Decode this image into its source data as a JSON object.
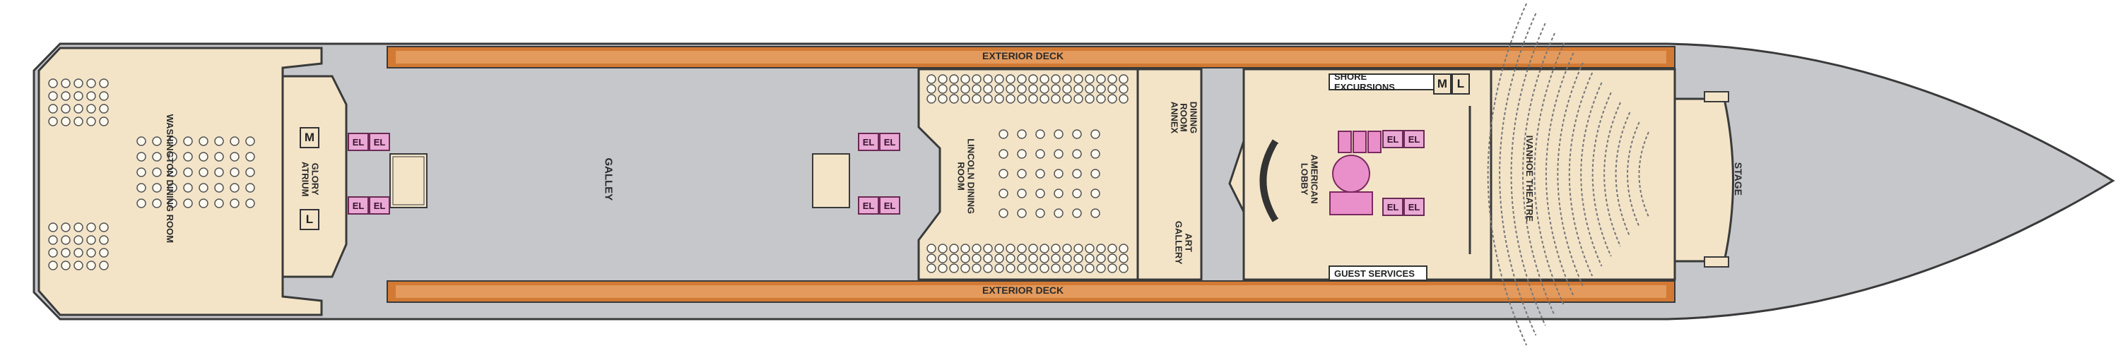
{
  "deck": {
    "exterior_top": "EXTERIOR DECK",
    "exterior_bottom": "EXTERIOR DECK",
    "galley": "GALLEY",
    "washington": "WASHINGTON DINING ROOM",
    "glory_atrium": "GLORY ATRIUM",
    "lincoln": "LINCOLN DINING ROOM",
    "dining_annex": "DINING ROOM ANNEX",
    "art_gallery": "ART GALLERY",
    "american_lobby": "AMERICAN LOBBY",
    "shore_excursions": "SHORE EXCURSIONS",
    "guest_services": "GUEST SERVICES",
    "ivanhoe": "IVANHOE THEATRE",
    "stage": "STAGE"
  },
  "symbols": {
    "men": "M",
    "ladies": "L",
    "elevator": "EL"
  },
  "colors": {
    "hull": "#c6c7cb",
    "public_area": "#f3e4c8",
    "outline": "#3a3a3a",
    "exterior_deck": "#d27a34",
    "elevator": "#e9a9d4",
    "lobby_feature": "#e98fc9"
  }
}
